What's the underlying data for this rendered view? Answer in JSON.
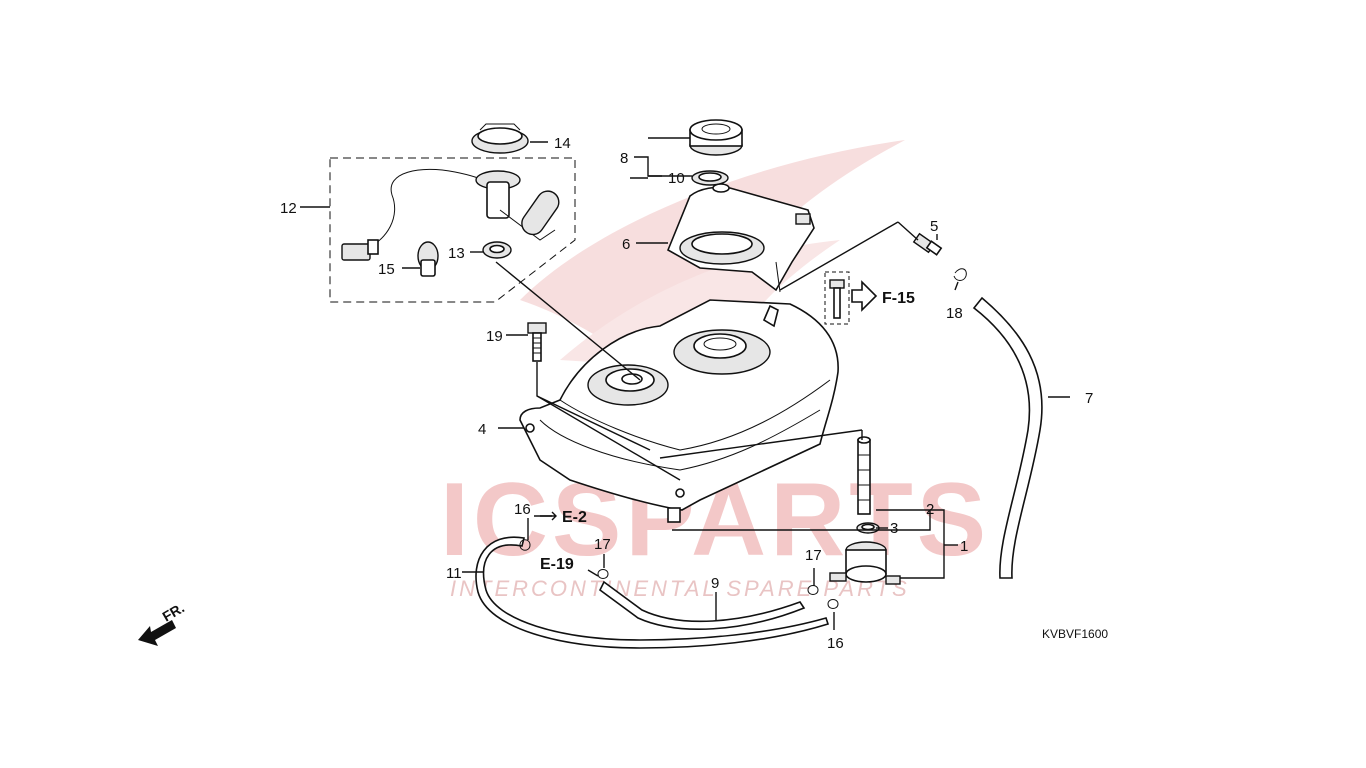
{
  "diagram": {
    "watermark": {
      "brand": "ICSPARTS",
      "tagline": "INTERCONTINENTAL SPARE PARTS",
      "accent_color": "#f3c8c8"
    },
    "callouts": [
      "1",
      "2",
      "3",
      "4",
      "5",
      "6",
      "7",
      "8",
      "9",
      "10",
      "11",
      "12",
      "13",
      "14",
      "15",
      "16",
      "16",
      "17",
      "17",
      "18",
      "19"
    ],
    "references": [
      "F-15",
      "E-2",
      "E-19"
    ],
    "direction_label": "FR.",
    "diagram_code": "KVBVF1600"
  }
}
